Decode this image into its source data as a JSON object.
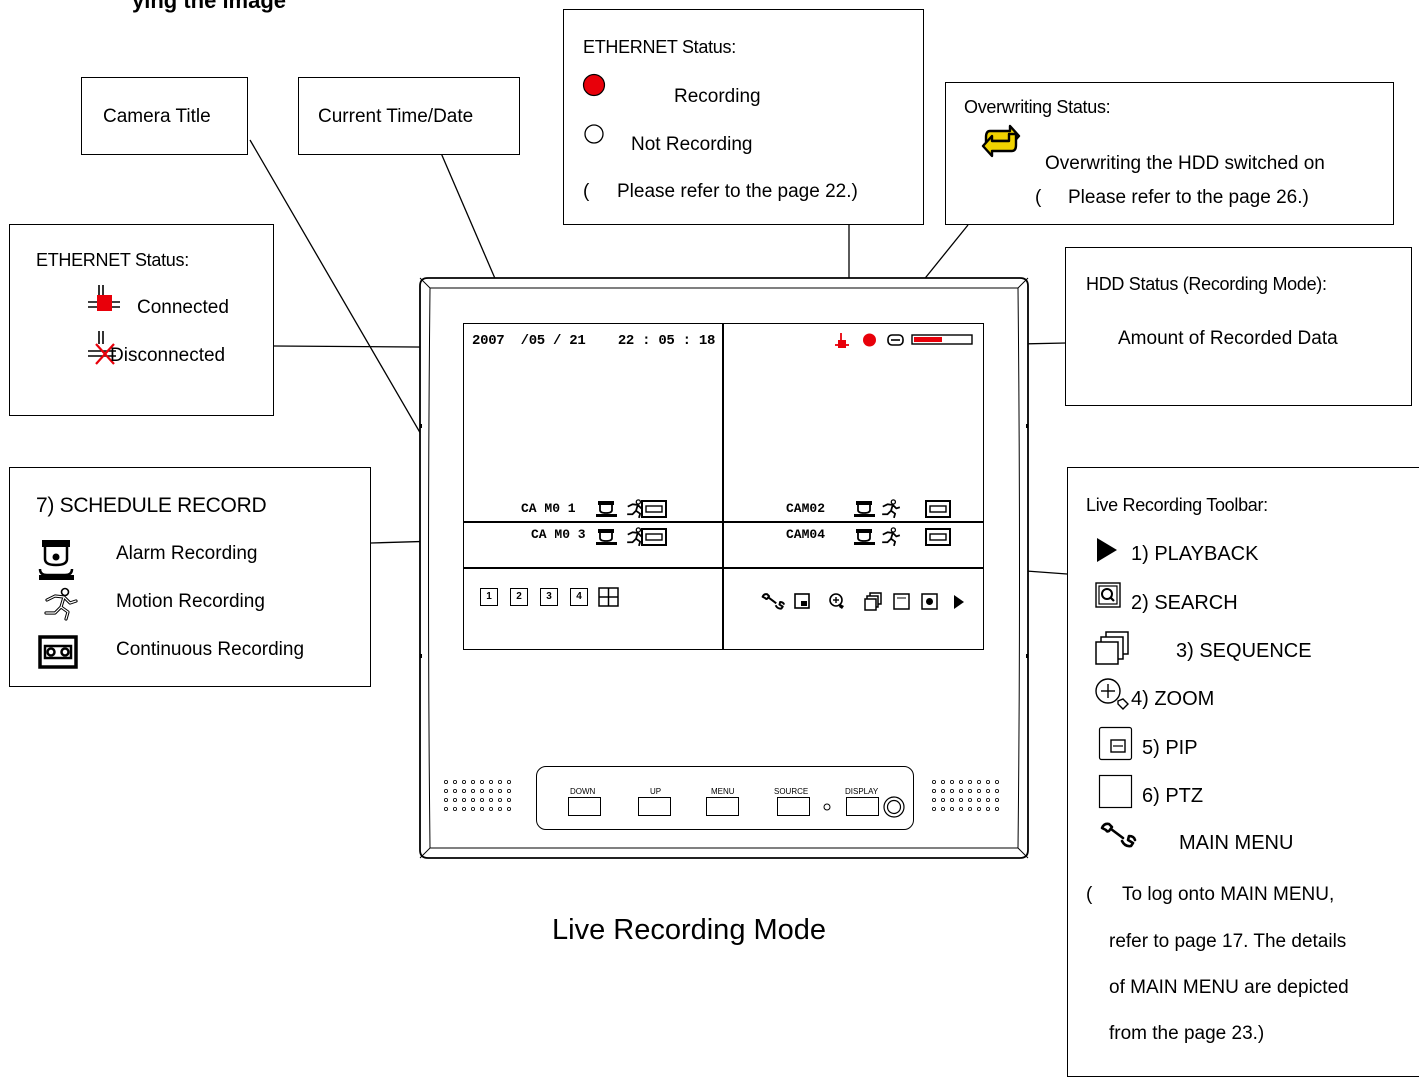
{
  "header_partial": "ying the image",
  "caption": "Live Recording Mode",
  "callouts": {
    "camera_title": "Camera Title",
    "current_time": "Current Time/Date",
    "eth_top": {
      "title": "ETHERNET Status:",
      "recording": "Recording",
      "not_recording": "Not Recording",
      "paren": "(",
      "note": "Please refer to the page 22.)"
    },
    "overwriting": {
      "title": "Overwriting Status:",
      "desc": "Overwriting the HDD switched on",
      "paren": "(",
      "note": "Please refer to the page 26.)"
    },
    "eth_left": {
      "title": "ETHERNET Status:",
      "connected": "Connected",
      "disconnected": "Disconnected"
    },
    "hdd": {
      "title": "HDD Status (Recording Mode):",
      "desc": "Amount of Recorded Data"
    },
    "schedule": {
      "title": "7) SCHEDULE RECORD",
      "alarm": "Alarm Recording",
      "motion": "Motion Recording",
      "continuous": "Continuous Recording"
    },
    "toolbar": {
      "title": "Live Recording Toolbar:",
      "playback": "1) PLAYBACK",
      "search": "2) SEARCH",
      "sequence": "3) SEQUENCE",
      "zoom": "4) ZOOM",
      "pip": "5) PIP",
      "ptz": "6) PTZ",
      "main_menu": "MAIN MENU",
      "paren": "(",
      "note_line1": "To log onto MAIN MENU,",
      "note_line2": "refer to page 17. The details",
      "note_line3": "of MAIN MENU are depicted",
      "note_line4": "from the page 23.)"
    }
  },
  "screen": {
    "datetime": "2007  /05 / 21    22 : 05 : 18",
    "cams": [
      "CA M0 1",
      "CAM02",
      "CA M0 3",
      "CAM04"
    ],
    "split_buttons": [
      "1",
      "2",
      "3",
      "4"
    ]
  },
  "front_panel": {
    "buttons": [
      "DOWN",
      "UP",
      "MENU",
      "SOURCE",
      "DISPLAY"
    ]
  },
  "colors": {
    "recording_red": "#e8000a",
    "overwrite_yellow": "#f0d200"
  }
}
